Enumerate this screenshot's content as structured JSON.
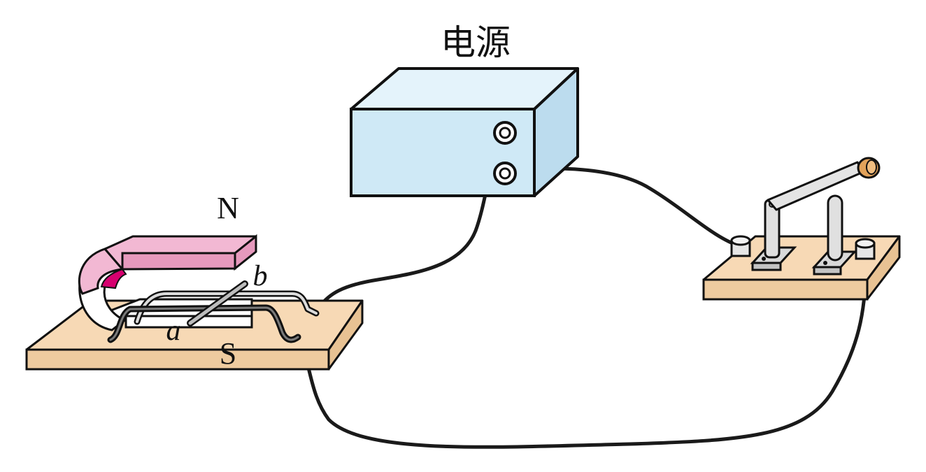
{
  "labels": {
    "power_supply": "电源",
    "north_pole": "N",
    "south_pole": "S",
    "rod_end_a": "a",
    "rod_end_b": "b"
  },
  "colors": {
    "outline": "#111111",
    "box_front": "#cfe9f6",
    "box_top": "#e4f3fb",
    "box_side": "#bcdcee",
    "board_top": "#f7d9b5",
    "board_front": "#eecb9f",
    "magnet_top": "#f2b8d3",
    "magnet_side": "#e699bd",
    "magnet_inner": "#d6006f",
    "metal": "#c9c9c9",
    "knob": "#e2a25a",
    "wire": "#1a1a1a"
  },
  "icons": {
    "power_supply": "power-box-icon",
    "magnet": "horseshoe-magnet-icon",
    "switch": "knife-switch-icon"
  }
}
